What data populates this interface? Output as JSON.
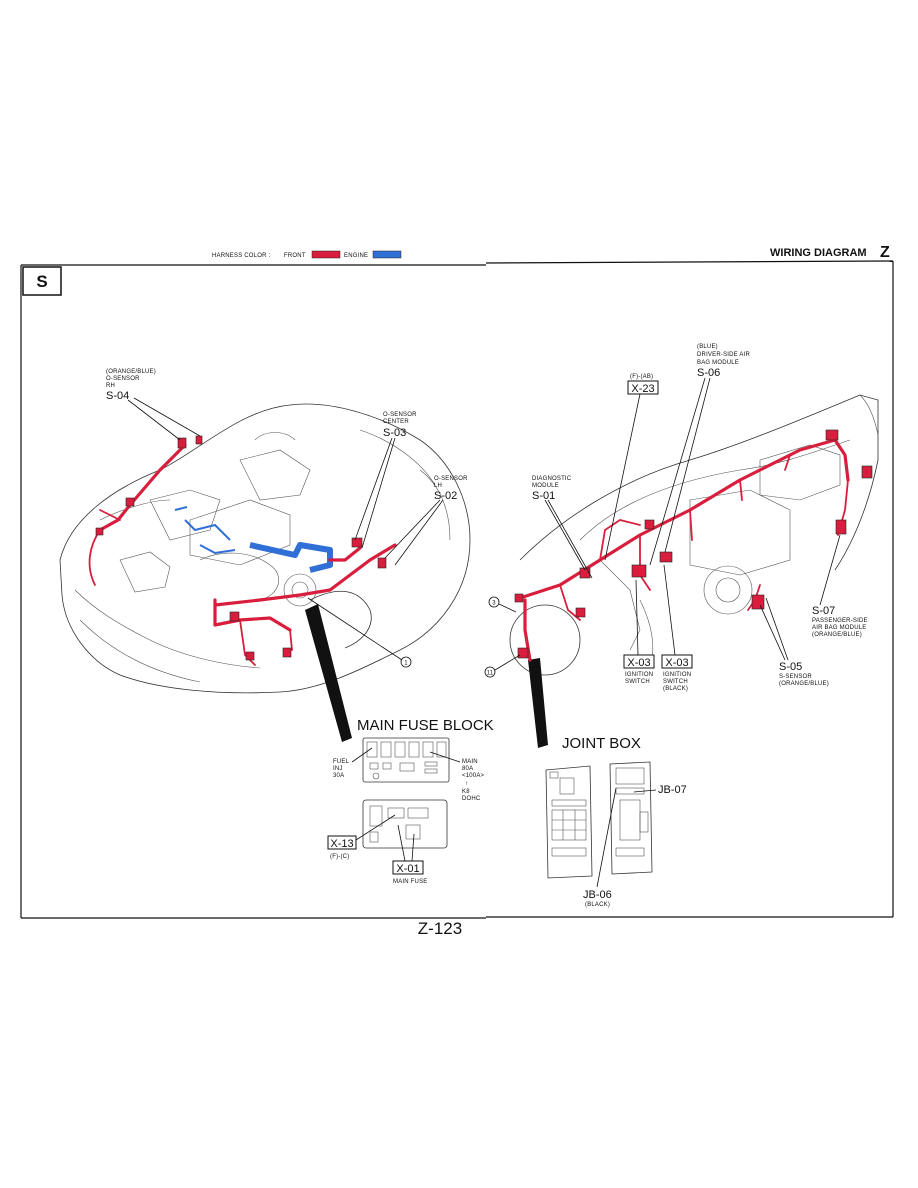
{
  "header": {
    "harness_label": "HARNESS COLOR :",
    "front_label": "FRONT",
    "engine_label": "ENGINE",
    "title": "WIRING DIAGRAM",
    "title_letter": "Z",
    "section_letter": "S",
    "page_number": "Z-123"
  },
  "colors": {
    "front": "#d81e3c",
    "engine": "#2f6fd6"
  },
  "left_labels": {
    "s04_desc1": "(ORANGE/BLUE)",
    "s04_desc2": "O-SENSOR",
    "s04_desc3": "RH",
    "s04": "S-04",
    "s03_desc1": "O-SENSOR",
    "s03_desc2": "CENTER",
    "s03": "S-03",
    "s02_desc1": "O-SENSOR",
    "s02_desc2": "LH",
    "s02": "S-02",
    "callout_1": "1"
  },
  "right_labels": {
    "s06_desc1": "(BLUE)",
    "s06_desc2": "DRIVER-SIDE AIR",
    "s06_desc3": "BAG MODULE",
    "s06": "S-06",
    "x23_desc": "(F)-(AB)",
    "x23": "X-23",
    "s01_desc1": "DIAGNOSTIC",
    "s01_desc2": "MODULE",
    "s01": "S-01",
    "callout_3": "3",
    "callout_11": "11",
    "x03a": "X-03",
    "x03a_desc1": "IGNITION",
    "x03a_desc2": "SWITCH",
    "x03b": "X-03",
    "x03b_desc1": "IGNITION",
    "x03b_desc2": "SWITCH",
    "x03b_desc3": "(BLACK)",
    "s05": "S-05",
    "s05_desc1": "S-SENSOR",
    "s05_desc2": "(ORANGE/BLUE)",
    "s07": "S-07",
    "s07_desc1": "PASSENGER-SIDE",
    "s07_desc2": "AIR BAG MODULE",
    "s07_desc3": "(ORANGE/BLUE)"
  },
  "fuse_block": {
    "title": "MAIN FUSE BLOCK",
    "fuel_inj1": "FUEL",
    "fuel_inj2": "INJ",
    "fuel_inj3": "30A",
    "main1": "MAIN",
    "main2": "80A",
    "main3": "<100A>",
    "main4": "↑",
    "main5": "K8",
    "main6": "DOHC",
    "x13": "X-13",
    "x13_desc": "(F)-(C)",
    "x01": "X-01",
    "x01_desc": "MAIN FUSE"
  },
  "joint_box": {
    "title": "JOINT BOX",
    "jb07": "JB-07",
    "jb06": "JB-06",
    "jb06_desc": "(BLACK)"
  }
}
